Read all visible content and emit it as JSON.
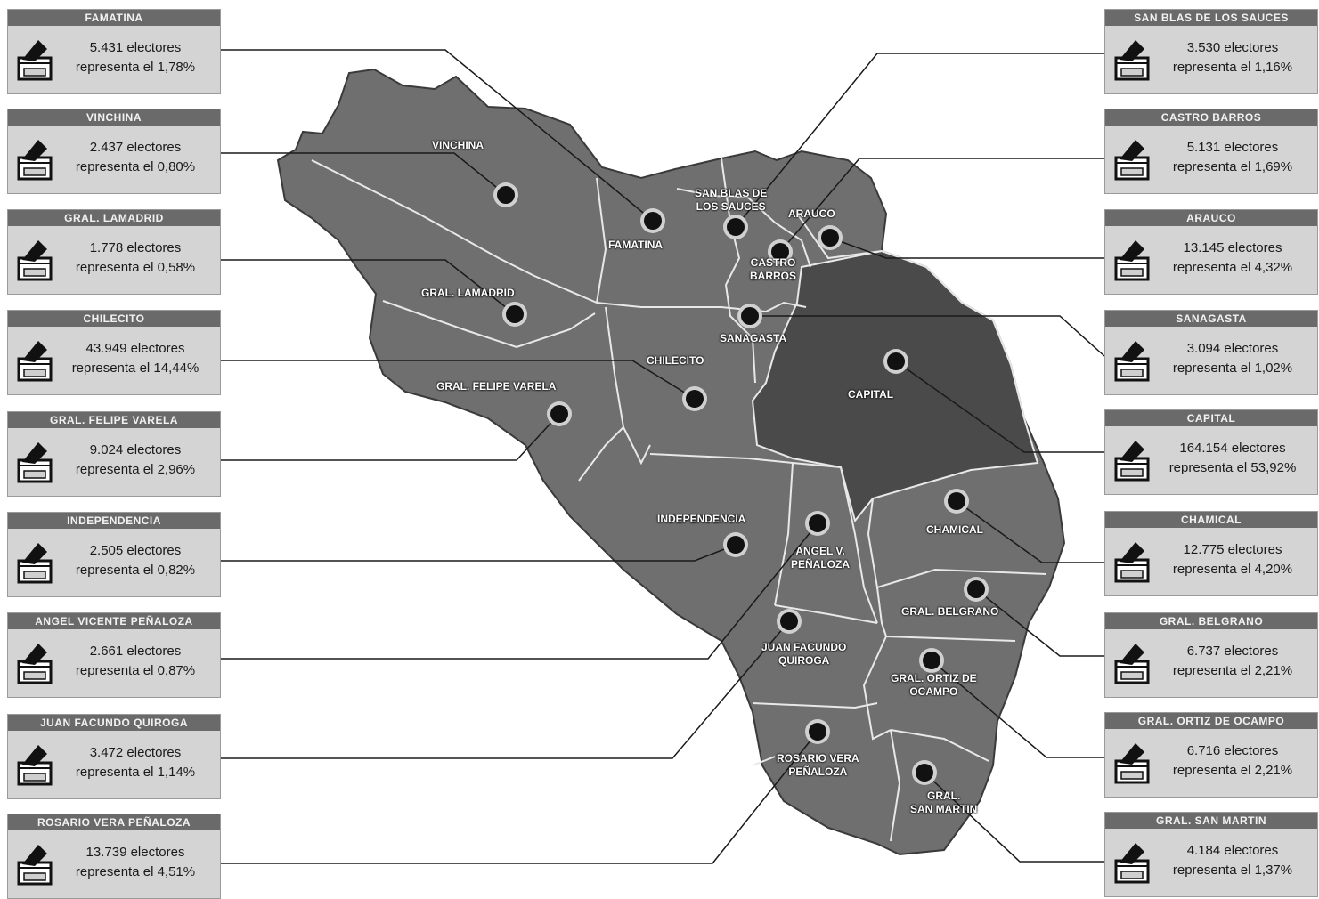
{
  "departments": [
    {
      "id": "famatina",
      "card_title": "FAMATINA",
      "electors": "5.431 electores",
      "share": "representa el 1,78%",
      "map_label_lines": [
        "FAMATINA"
      ]
    },
    {
      "id": "vinchina",
      "card_title": "VINCHINA",
      "electors": "2.437 electores",
      "share": "representa el 0,80%",
      "map_label_lines": [
        "VINCHINA"
      ]
    },
    {
      "id": "lamadrid",
      "card_title": "GRAL. LAMADRID",
      "electors": "1.778 electores",
      "share": "representa el 0,58%",
      "map_label_lines": [
        "GRAL. LAMADRID"
      ]
    },
    {
      "id": "chilecito",
      "card_title": "CHILECITO",
      "electors": "43.949 electores",
      "share": "representa el 14,44%",
      "map_label_lines": [
        "CHILECITO"
      ]
    },
    {
      "id": "varela",
      "card_title": "GRAL. FELIPE VARELA",
      "electors": "9.024 electores",
      "share": "representa el 2,96%",
      "map_label_lines": [
        "GRAL. FELIPE VARELA"
      ]
    },
    {
      "id": "independencia",
      "card_title": "INDEPENDENCIA",
      "electors": "2.505 electores",
      "share": "representa el 0,82%",
      "map_label_lines": [
        "INDEPENDENCIA"
      ]
    },
    {
      "id": "penaloza",
      "card_title": "ANGEL VICENTE PEÑALOZA",
      "electors": "2.661 electores",
      "share": "representa el 0,87%",
      "map_label_lines": [
        "ANGEL V.",
        "PEÑALOZA"
      ]
    },
    {
      "id": "quiroga",
      "card_title": "JUAN FACUNDO QUIROGA",
      "electors": "3.472 electores",
      "share": "representa el 1,14%",
      "map_label_lines": [
        "JUAN FACUNDO",
        "QUIROGA"
      ]
    },
    {
      "id": "rosario",
      "card_title": "ROSARIO VERA PEÑALOZA",
      "electors": "13.739 electores",
      "share": "representa el 4,51%",
      "map_label_lines": [
        "ROSARIO VERA",
        "PEÑALOZA"
      ]
    },
    {
      "id": "sanblas",
      "card_title": "SAN BLAS DE LOS SAUCES",
      "electors": "3.530 electores",
      "share": "representa el 1,16%",
      "map_label_lines": [
        "SAN BLAS DE",
        "LOS SAUCES"
      ]
    },
    {
      "id": "castro",
      "card_title": "CASTRO BARROS",
      "electors": "5.131 electores",
      "share": "representa el 1,69%",
      "map_label_lines": [
        "CASTRO",
        "BARROS"
      ]
    },
    {
      "id": "arauco",
      "card_title": "ARAUCO",
      "electors": "13.145 electores",
      "share": "representa el 4,32%",
      "map_label_lines": [
        "ARAUCO"
      ]
    },
    {
      "id": "sanagasta",
      "card_title": "SANAGASTA",
      "electors": "3.094 electores",
      "share": "representa el 1,02%",
      "map_label_lines": [
        "SANAGASTA"
      ]
    },
    {
      "id": "capital",
      "card_title": "CAPITAL",
      "electors": "164.154 electores",
      "share": "representa el 53,92%",
      "map_label_lines": [
        "CAPITAL"
      ]
    },
    {
      "id": "chamical",
      "card_title": "CHAMICAL",
      "electors": "12.775 electores",
      "share": "representa el 4,20%",
      "map_label_lines": [
        "CHAMICAL"
      ]
    },
    {
      "id": "belgrano",
      "card_title": "GRAL. BELGRANO",
      "electors": "6.737 electores",
      "share": "representa el 2,21%",
      "map_label_lines": [
        "GRAL. BELGRANO"
      ]
    },
    {
      "id": "ocampo",
      "card_title": "GRAL. ORTIZ DE OCAMPO",
      "electors": "6.716 electores",
      "share": "representa el 2,21%",
      "map_label_lines": [
        "GRAL. ORTIZ DE",
        "OCAMPO"
      ]
    },
    {
      "id": "sanmartin",
      "card_title": "GRAL. SAN MARTIN",
      "electors": "4.184 electores",
      "share": "representa el 1,37%",
      "map_label_lines": [
        "GRAL.",
        "SAN MARTIN"
      ]
    }
  ],
  "colors": {
    "map_fill": "#6f6f6f",
    "capital_fill": "#4a4a4a",
    "border": "#e8e8e8",
    "card_bg": "#d4d4d4",
    "card_header": "#6a6a6a",
    "leader_line": "#1a1a1a",
    "marker": "#111111"
  },
  "icons": {
    "ballot": "ballot-box-icon",
    "marker": "location-dot-icon"
  }
}
